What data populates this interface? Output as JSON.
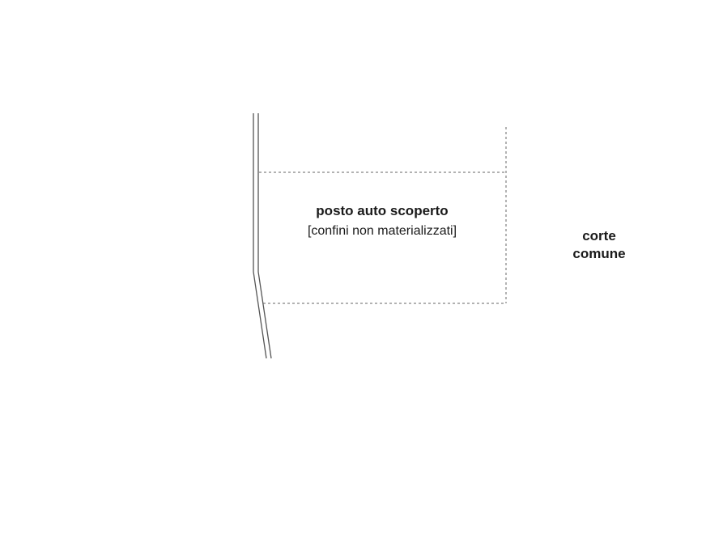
{
  "parking": {
    "title": "posto auto scoperto",
    "note": "[confini non materializzati]"
  },
  "courtyard": {
    "line1": "corte",
    "line2": "comune"
  },
  "colors": {
    "wall": "#555555",
    "boundary": "#666666",
    "text": "#1a1a1a"
  }
}
